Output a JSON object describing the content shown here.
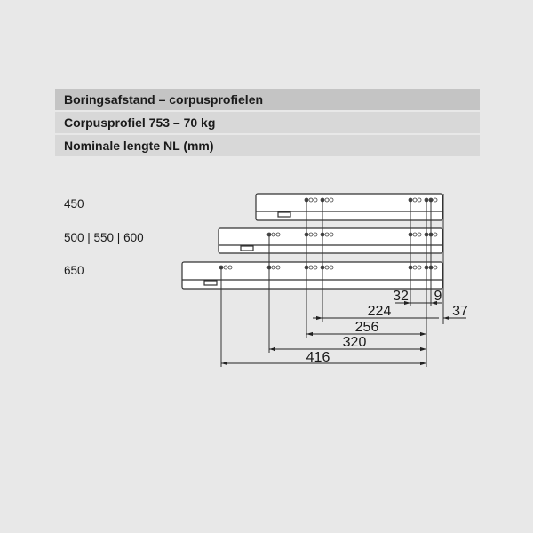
{
  "header": {
    "title": "Boringsafstand – corpusprofielen",
    "profile": "Corpusprofiel 753 – 70 kg",
    "nominal_length": "Nominale lengte NL (mm)"
  },
  "rails": [
    {
      "label": "450"
    },
    {
      "label": "500 | 550 | 600"
    },
    {
      "label": "650"
    }
  ],
  "dimensions": {
    "d32": "32",
    "d9": "9",
    "d224": "224",
    "d37": "37",
    "d256": "256",
    "d320": "320",
    "d416": "416"
  }
}
